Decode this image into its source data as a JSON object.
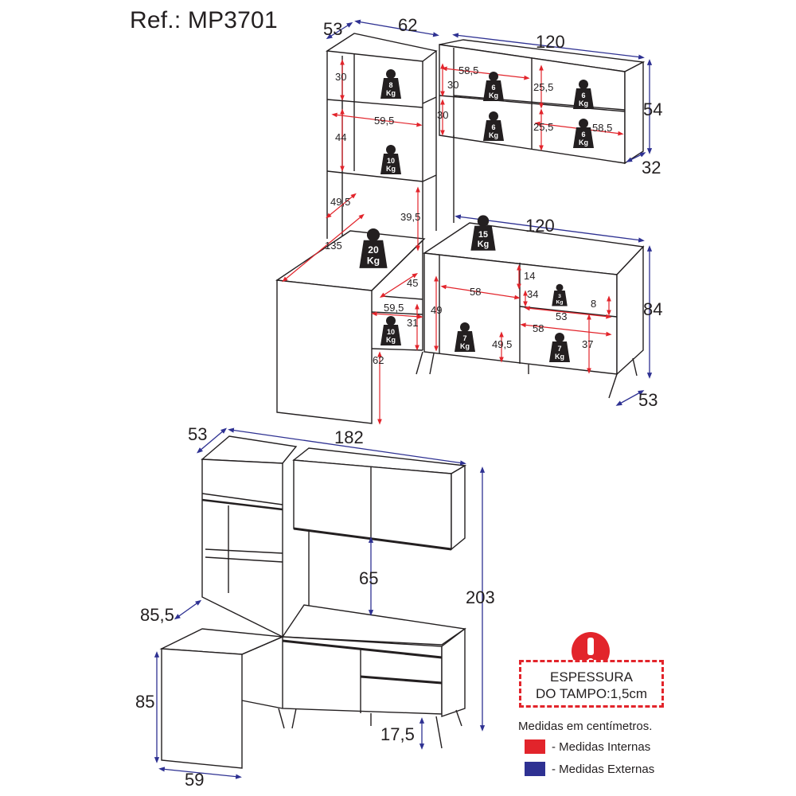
{
  "ref": "Ref.: MP3701",
  "colors": {
    "internal": "#e2242b",
    "external": "#2e3192",
    "ink": "#231f20",
    "badge": "#231f20"
  },
  "top_view": {
    "external_dims": [
      "53",
      "62",
      "120",
      "54",
      "32",
      "120",
      "84",
      "53"
    ],
    "internal_dims": [
      "30",
      "59,5",
      "44",
      "49,5",
      "39,5",
      "135",
      "45",
      "59,5",
      "31",
      "49",
      "62",
      "58,5",
      "30",
      "25,5",
      "30",
      "25,5",
      "58,5",
      "14",
      "58",
      "34",
      "8",
      "53",
      "58",
      "49,5",
      "37"
    ],
    "weights": [
      {
        "value": "8",
        "unit": "Kg"
      },
      {
        "value": "10",
        "unit": "Kg"
      },
      {
        "value": "20",
        "unit": "Kg"
      },
      {
        "value": "10",
        "unit": "Kg"
      },
      {
        "value": "6",
        "unit": "Kg"
      },
      {
        "value": "6",
        "unit": "Kg"
      },
      {
        "value": "6",
        "unit": "Kg"
      },
      {
        "value": "6",
        "unit": "Kg"
      },
      {
        "value": "15",
        "unit": "Kg"
      },
      {
        "value": "3",
        "unit": "Kg"
      },
      {
        "value": "7",
        "unit": "Kg"
      },
      {
        "value": "7",
        "unit": "Kg"
      }
    ]
  },
  "bottom_view": {
    "dims": [
      "53",
      "182",
      "203",
      "65",
      "85,5",
      "85",
      "59",
      "17,5"
    ]
  },
  "tampo": {
    "line1": "ESPESSURA",
    "line2": "DO TAMPO:1,5cm"
  },
  "legend": {
    "note": "Medidas em centímetros.",
    "internal_label": "- Medidas Internas",
    "external_label": "- Medidas Externas"
  }
}
